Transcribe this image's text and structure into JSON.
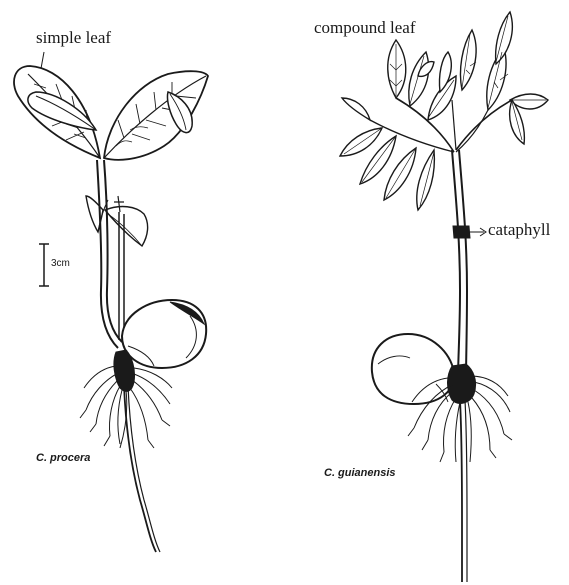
{
  "labels": {
    "simple_leaf": "simple leaf",
    "compound_leaf": "compound leaf",
    "cataphyll": "cataphyll",
    "scale": "3cm",
    "species_left": "C. procera",
    "species_right": "C. guianensis"
  },
  "colors": {
    "ink": "#1a1a1a",
    "background": "#ffffff"
  }
}
